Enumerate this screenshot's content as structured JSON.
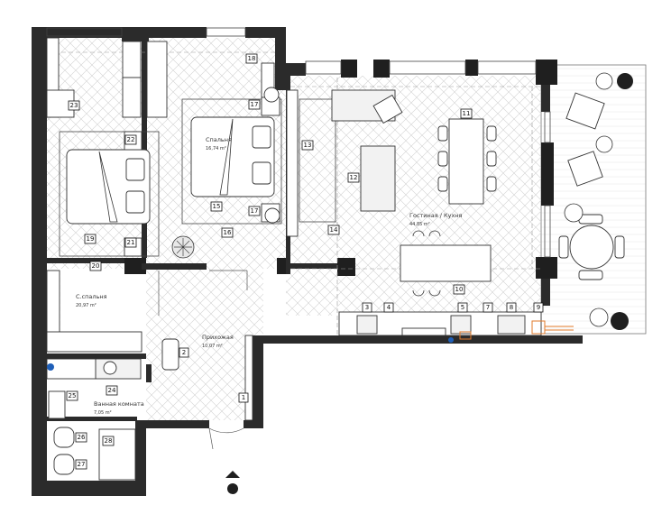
{
  "rooms": {
    "living": {
      "name": "Гостиная / Кухня",
      "area": "44,85 m²"
    },
    "bedroom": {
      "name": "Спальня",
      "area": "16,74 m²"
    },
    "master": {
      "name": "С.спальня",
      "area": "20,97 m²"
    },
    "hall": {
      "name": "Прихожая",
      "area": "10,07 m²"
    },
    "bath": {
      "name": "Ванная комната",
      "area": "7,05 m²"
    }
  },
  "tags": [
    "1",
    "2",
    "3",
    "4",
    "5",
    "7",
    "8",
    "9",
    "10",
    "11",
    "12",
    "13",
    "14",
    "15",
    "16",
    "17",
    "17",
    "18",
    "19",
    "20",
    "21",
    "22",
    "23",
    "24",
    "25",
    "26",
    "27",
    "28"
  ]
}
